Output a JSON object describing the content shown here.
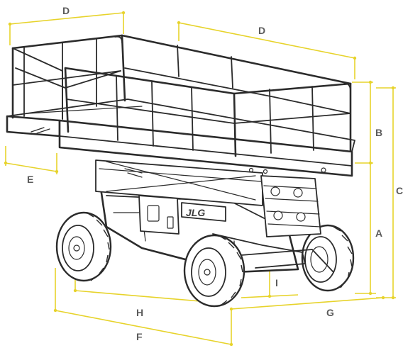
{
  "figure": {
    "labels": {
      "d_top_left": "D",
      "d_top_right": "D",
      "b": "B",
      "c": "C",
      "a": "A",
      "e": "E",
      "i": "I",
      "h": "H",
      "g": "G",
      "f": "F"
    },
    "brand": "JLG",
    "colors": {
      "dimension_line": "#e7d32b",
      "drawing_line": "#2b2b2b",
      "label_text": "#5a5a5a",
      "background": "#ffffff"
    }
  }
}
